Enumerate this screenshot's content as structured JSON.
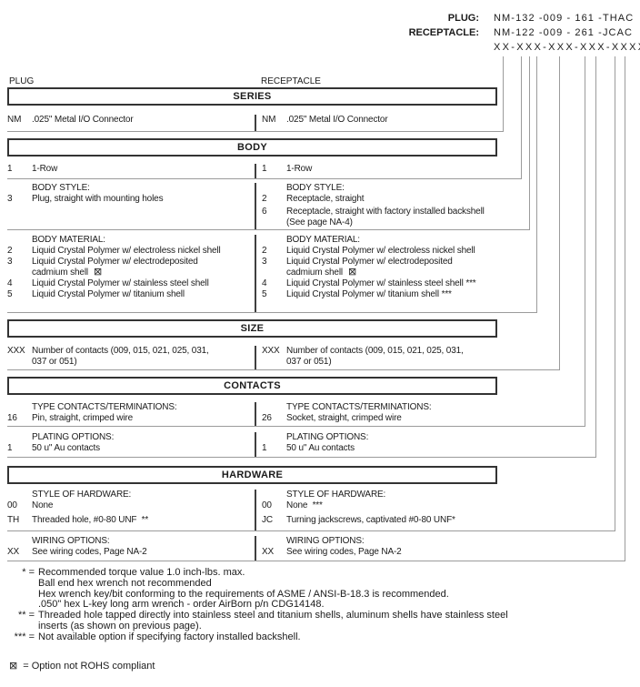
{
  "title_block": {
    "rows": [
      {
        "label": "PLUG:",
        "value": "NM-132 -009 - 161 -THAC"
      },
      {
        "label": "RECEPTACLE:",
        "value": "NM-122 -009 - 261 -JCAC"
      },
      {
        "label": "",
        "value": "XX-XXX-XXX-XXX-XXXX"
      }
    ]
  },
  "columns": {
    "left": "PLUG",
    "right": "RECEPTACLE"
  },
  "series": {
    "title": "SERIES",
    "row": {
      "l_code": "NM",
      "l_desc": ".025\" Metal I/O Connector",
      "r_code": "NM",
      "r_desc": ".025\" Metal I/O Connector"
    }
  },
  "body": {
    "title": "BODY",
    "row": {
      "l_code": "1",
      "l_desc": "1-Row",
      "r_code": "1",
      "r_desc": "1-Row"
    },
    "style": {
      "l_heading": "BODY STYLE:",
      "r_heading": "BODY STYLE:",
      "l_rows": [
        {
          "code": "3",
          "desc": "Plug, straight with mounting holes"
        }
      ],
      "r_rows": [
        {
          "code": "2",
          "desc": "Receptacle, straight"
        },
        {
          "code": "6",
          "desc": "Receptacle, straight with factory installed backshell\n(See page NA-4)"
        }
      ]
    },
    "material": {
      "l_heading": "BODY MATERIAL:",
      "r_heading": "BODY MATERIAL:",
      "l_rows": [
        {
          "code": "2",
          "desc": "Liquid Crystal Polymer w/ electroless nickel shell"
        },
        {
          "code": "3",
          "desc": "Liquid Crystal Polymer w/ electrodeposited\ncadmium shell"
        },
        {
          "code": "4",
          "desc": "Liquid Crystal Polymer w/ stainless steel shell"
        },
        {
          "code": "5",
          "desc": "Liquid Crystal Polymer w/ titanium shell"
        }
      ],
      "r_rows": [
        {
          "code": "2",
          "desc": "Liquid Crystal Polymer w/ electroless nickel shell"
        },
        {
          "code": "3",
          "desc": "Liquid Crystal Polymer w/ electrodeposited\ncadmium shell"
        },
        {
          "code": "4",
          "desc": "Liquid Crystal Polymer w/ stainless steel shell ***"
        },
        {
          "code": "5",
          "desc": "Liquid Crystal Polymer w/ titanium shell ***"
        }
      ]
    }
  },
  "size": {
    "title": "SIZE",
    "row": {
      "l_code": "XXX",
      "l_desc": "Number of contacts (009, 015, 021, 025, 031,\n037 or 051)",
      "r_code": "XXX",
      "r_desc": "Number of contacts (009, 015, 021, 025, 031,\n037 or 051)"
    }
  },
  "contacts": {
    "title": "CONTACTS",
    "type": {
      "l_heading": "TYPE CONTACTS/TERMINATIONS:",
      "r_heading": "TYPE CONTACTS/TERMINATIONS:",
      "l_rows": [
        {
          "code": "16",
          "desc": "Pin, straight, crimped wire"
        }
      ],
      "r_rows": [
        {
          "code": "26",
          "desc": "Socket, straight, crimped wire"
        }
      ]
    },
    "plating": {
      "l_heading": "PLATING OPTIONS:",
      "r_heading": "PLATING OPTIONS:",
      "l_rows": [
        {
          "code": "1",
          "desc": "50 u\" Au contacts"
        }
      ],
      "r_rows": [
        {
          "code": "1",
          "desc": "50 u\" Au contacts"
        }
      ]
    }
  },
  "hardware": {
    "title": "HARDWARE",
    "style": {
      "l_heading": "STYLE OF HARDWARE:",
      "r_heading": "STYLE OF HARDWARE:",
      "l_rows": [
        {
          "code": "00",
          "desc": "None"
        },
        {
          "code": "TH",
          "desc": "Threaded hole, #0-80 UNF  **"
        }
      ],
      "r_rows": [
        {
          "code": "00",
          "desc": "None  ***"
        },
        {
          "code": "JC",
          "desc": "Turning jackscrews, captivated #0-80 UNF*"
        }
      ]
    },
    "wiring": {
      "l_heading": "WIRING OPTIONS:",
      "r_heading": "WIRING OPTIONS:",
      "l_rows": [
        {
          "code": "XX",
          "desc": "See wiring codes, Page NA-2"
        }
      ],
      "r_rows": [
        {
          "code": "XX",
          "desc": "See wiring codes, Page NA-2"
        }
      ]
    }
  },
  "footnotes": {
    "lines": [
      {
        "marker": "* =",
        "text": "Recommended torque value 1.0 inch-lbs. max."
      },
      {
        "marker": "",
        "text": "Ball end hex wrench not recommended"
      },
      {
        "marker": "",
        "text": "Hex wrench key/bit conforming to the requirements of ASME / ANSI-B-18.3 is recommended."
      },
      {
        "marker": "",
        "text": ".050\" hex L-key long arm wrench - order AirBorn p/n CDG14148."
      },
      {
        "marker": "** =",
        "text": "Threaded hole tapped directly into stainless steel and titanium shells, aluminum shells have stainless steel"
      },
      {
        "marker": "",
        "text": "inserts (as shown on previous page)."
      },
      {
        "marker": "*** =",
        "text": "Not available option if specifying factory installed backshell."
      }
    ],
    "rohs": {
      "text": "= Option not ROHS compliant"
    }
  },
  "icons": {
    "not_rohs": "⊠"
  },
  "colors": {
    "line_gray": "#9b9b9b",
    "center_bar": "#3f3f3f",
    "box_border": "#333333",
    "text": "#1b1b1b"
  }
}
